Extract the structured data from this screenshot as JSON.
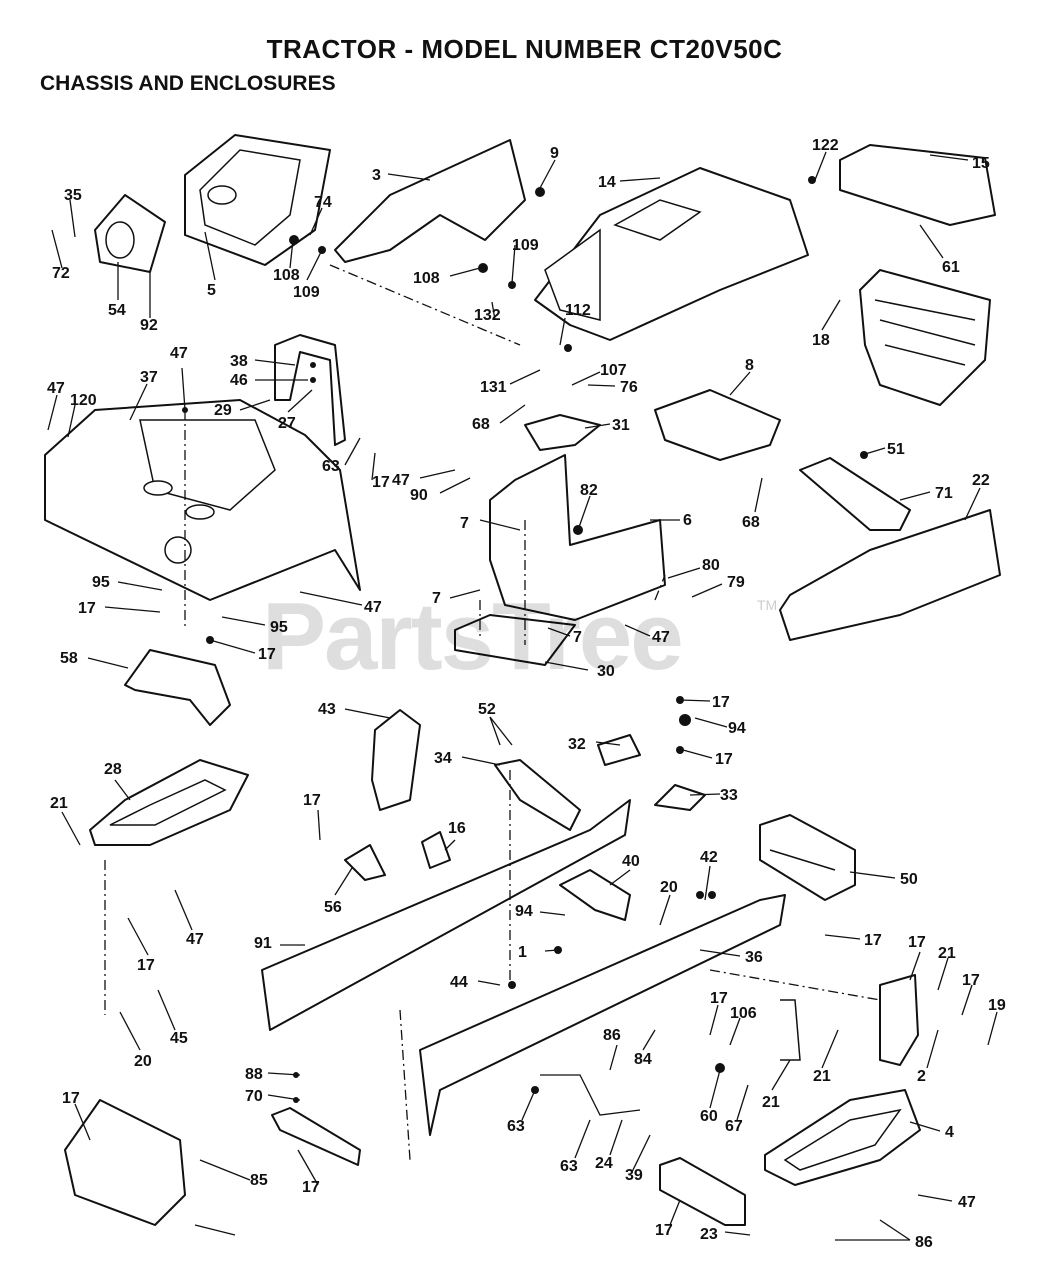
{
  "header": {
    "title": "TRACTOR - MODEL NUMBER CT20V50C",
    "section": "CHASSIS AND ENCLOSURES"
  },
  "watermark": {
    "text": "PartsTree",
    "tm": "TM"
  },
  "callouts": [
    "3",
    "9",
    "14",
    "122",
    "15",
    "35",
    "72",
    "54",
    "92",
    "5",
    "108",
    "74",
    "109",
    "108",
    "109",
    "132",
    "112",
    "61",
    "18",
    "131",
    "107",
    "76",
    "8",
    "47",
    "37",
    "38",
    "46",
    "29",
    "27",
    "120",
    "47",
    "68",
    "31",
    "63",
    "17",
    "47",
    "90",
    "82",
    "7",
    "6",
    "51",
    "71",
    "22",
    "68",
    "80",
    "79",
    "95",
    "17",
    "47",
    "7",
    "7",
    "47",
    "95",
    "17",
    "30",
    "58",
    "43",
    "52",
    "32",
    "17",
    "94",
    "34",
    "17",
    "33",
    "28",
    "21",
    "17",
    "16",
    "56",
    "47",
    "91",
    "94",
    "40",
    "20",
    "42",
    "50",
    "17",
    "17",
    "1",
    "36",
    "44",
    "17",
    "21",
    "17",
    "19",
    "20",
    "45",
    "17",
    "106",
    "86",
    "88",
    "70",
    "84",
    "21",
    "21",
    "2",
    "17",
    "63",
    "60",
    "67",
    "63",
    "24",
    "4",
    "85",
    "17",
    "39",
    "17",
    "23",
    "47",
    "86"
  ]
}
